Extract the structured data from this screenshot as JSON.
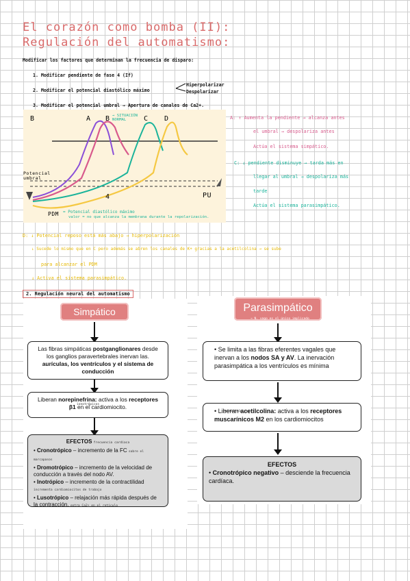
{
  "title": {
    "line1": "El corazón como bomba (II):",
    "line2": "Regulación del automatismo:"
  },
  "intro": "Modificar los factores que determinan la frecuencia de disparo:",
  "steps": {
    "s1": "1. Modificar pendiente de fase 4 (If)",
    "s2": "2. Modificar el potencial diastólico máximo",
    "s2a": "Hiperpolarizar",
    "s2b": "Despolarizar",
    "s3": "3. Modificar el potencial umbral → Apertura de canales de Ca2+."
  },
  "graph": {
    "label_b_left": "B",
    "label_a": "A",
    "label_b": "B",
    "label_c": "C",
    "label_d": "D",
    "situacion": "→ SITUACIÓN NORMAL",
    "umbral": "Potencial umbral",
    "phase4": "4",
    "pu": "PU",
    "pdm": "PDM",
    "pdm_desc": "= Potencial diastólico máximo",
    "pdm_note": "valor = no que alcanza la membrana durante la repolarización."
  },
  "right_notes": {
    "a1": "A: ↑ Aumenta la pendiente → alcanza antes",
    "a2": "el umbral → despolariza antes",
    "a3": "Actúa el sistema simpático.",
    "c1": "C: ↓ pendiente disminuye → tarda más en",
    "c2": "llegar al umbral → despolariza más",
    "c3": "tarde",
    "c4": "Actúa el sistema parasimpático."
  },
  "d_notes": {
    "d1": "D: ↓ Potencial reposo está más abajo → hiperpolarización",
    "d2": "↓ Sucede lo mismo que en C pero además se abren los canales de K+ gracias a la acetilcolina → se sube",
    "d3": "para alcanzar el PDM",
    "d4": "↓ Activa el sistema parasimpático."
  },
  "section2": "2. Regulación neural del automatismo",
  "simpatico": {
    "pill": "Simpático",
    "box1": {
      "pre": "Las fibras simpáticas ",
      "b1": "postganglionares",
      "mid": " desde los ganglios paravertebrales inervan las. ",
      "b2": "aurículas, los ventrículos y el sistema de conducción"
    },
    "box2": {
      "pre": "Liberan ",
      "b1": "norepinefrina:",
      "mid": " activa a los ",
      "b2": "receptores",
      "b3": "β1",
      "post": " en el cardiomiocito.",
      "anno": "ionotrópicos"
    },
    "effects": {
      "title": "EFECTOS",
      "title_anno": "frecuencia cardíaca",
      "i1b": "Cronotrópico",
      "i1": " – incremento de la FC",
      "i2b": "Dromotrópico",
      "i2": " – incremento de la velocidad de conducción a través del nodo AV.",
      "i3b": "Inotrópico",
      "i3": " – incremento de la contractilidad",
      "i4b": "Lusotrópico",
      "i4": " – relajación más rápida después de la contracción.",
      "anno1": "sobre el marcapasos",
      "anno2": "incrementa cardiomiocitos de trabajo",
      "anno3": "entra Ca2+ en el retículo"
    }
  },
  "parasimpatico": {
    "pill": "Parasimpático",
    "pill_note": "→ N. vago es el único implicado",
    "box1": {
      "pre": "Se limita a las fibras eferentes vagales que inervan a los ",
      "b1": "nodos SA y AV",
      "post": ". La inervación parasimpática a los ventrículos es mínima"
    },
    "box2": {
      "pre": "Liberan ",
      "b1": "acetilcolina:",
      "mid": " activa  a los ",
      "b2": "receptores muscarínicos M2",
      "post": " en los cardiomiocitos",
      "anno": "metabotrópicos"
    },
    "effects": {
      "title": "EFECTOS",
      "i1b": "Cronotrópico negativo",
      "i1": " – desciende la frecuencia cardíaca."
    }
  },
  "colors": {
    "pink": "#d85a8c",
    "yellow": "#e6b800",
    "teal": "#19b39a",
    "purple": "#8a4fd8",
    "orange": "#f5a623"
  }
}
